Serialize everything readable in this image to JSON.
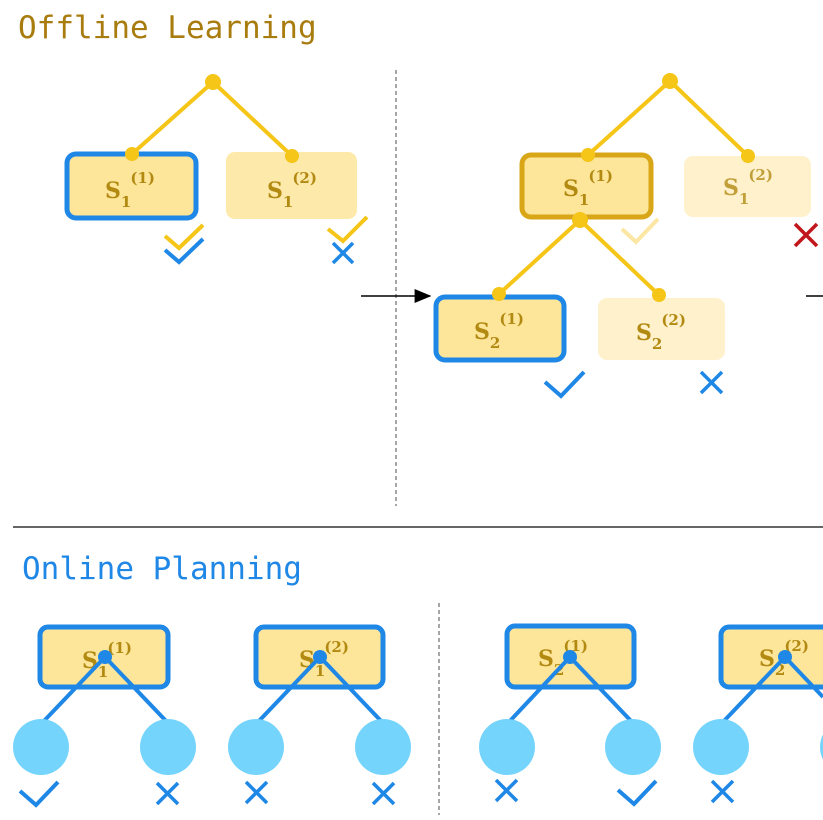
{
  "sections": {
    "offline_title": "Offline Learning",
    "online_title": "Online Planning"
  },
  "node_labels": {
    "s1_1": {
      "base": "S",
      "sub": "1",
      "sup": "(1)"
    },
    "s1_2": {
      "base": "S",
      "sub": "1",
      "sup": "(2)"
    },
    "s2_1": {
      "base": "S",
      "sub": "2",
      "sup": "(1)"
    },
    "s2_2": {
      "base": "S",
      "sub": "2",
      "sup": "(2)"
    }
  },
  "icons": {
    "check": "check-icon",
    "cross": "cross-icon",
    "arrow": "arrow-right-icon"
  },
  "colors": {
    "title_gold": "#a87c0e",
    "title_blue": "#1f87e6",
    "tree_gold": "#f5c518",
    "node_fill": "#fde59a",
    "node_fill_faded": "#fef1cc",
    "node_border_blue": "#1f87e6",
    "node_border_gold": "#d9a618",
    "leaf_blue": "#75d4fb",
    "cross_red": "#c0161c",
    "label_gold": "#b28a12"
  }
}
